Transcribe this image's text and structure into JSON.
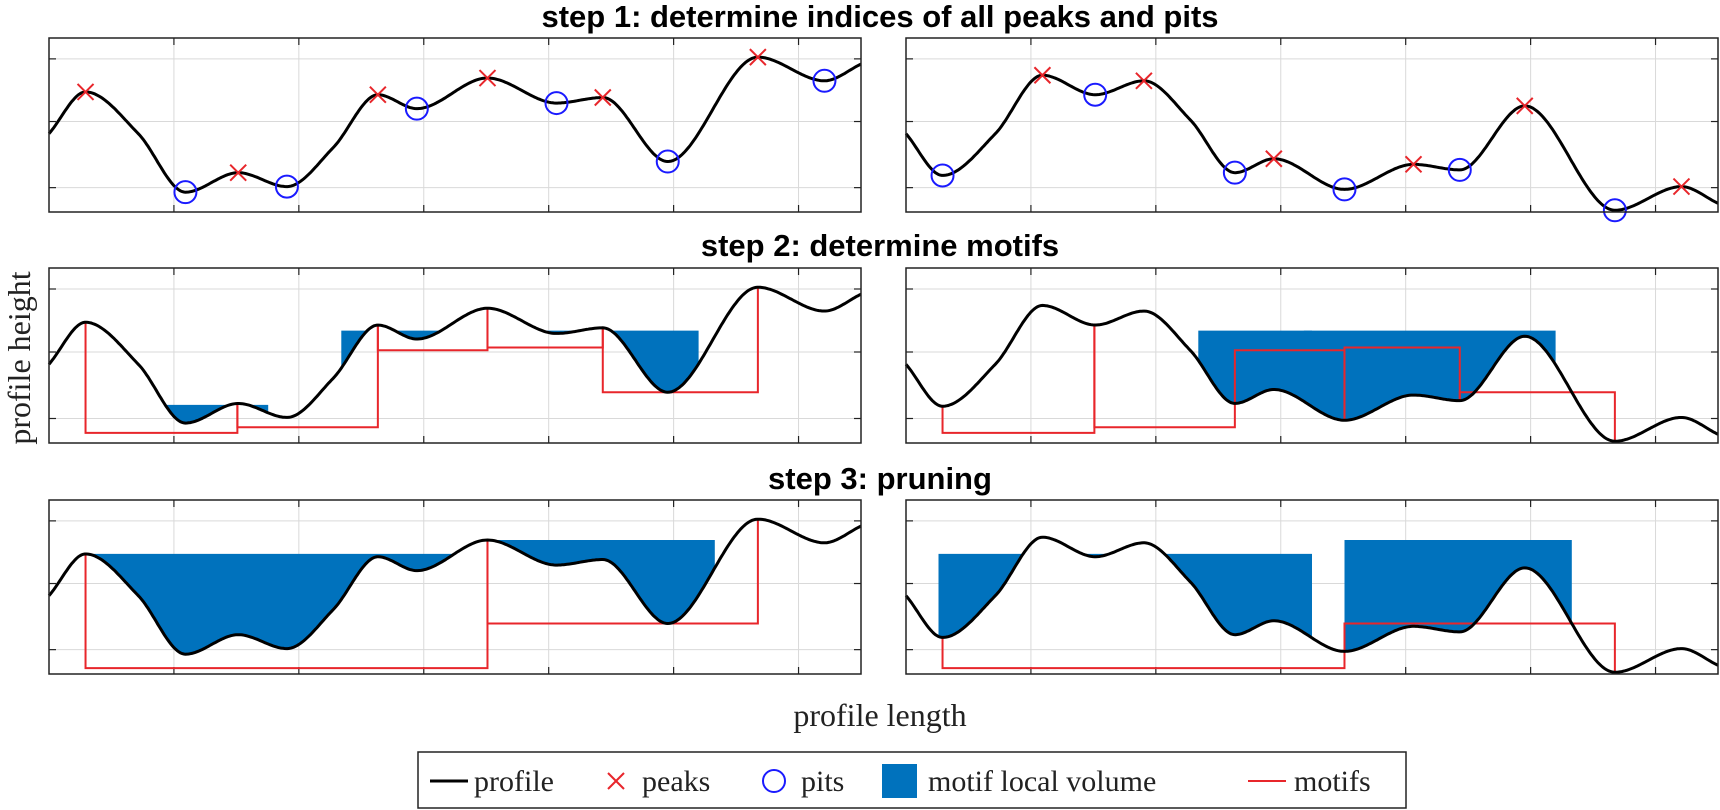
{
  "figure": {
    "step_titles": [
      "step 1: determine indices of all peaks and pits",
      "step 2: determine motifs",
      "step 3: pruning"
    ],
    "xlabel": "profile length",
    "ylabel": "profile height",
    "legend": {
      "profile": "profile",
      "peaks": "peaks",
      "pits": "pits",
      "volume": "motif local volume",
      "motifs": "motifs"
    },
    "colors": {
      "profile": "#000000",
      "peaks": "#e8262b",
      "pits": "#1a1aff",
      "volume": "#0072bd",
      "motifs": "#e8262b",
      "grid": "#d9d9d9"
    }
  }
}
